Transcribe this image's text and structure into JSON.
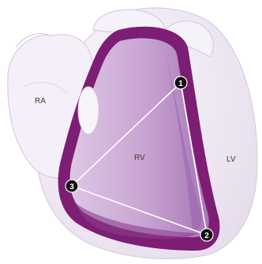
{
  "diagram": {
    "labels": {
      "ra": "RA",
      "rv": "RV",
      "lv": "LV"
    },
    "markers": [
      {
        "label": "1"
      },
      {
        "label": "2"
      },
      {
        "label": "3"
      }
    ],
    "colors": {
      "wall": "#7d1d73",
      "cavity": "#c9a6d3",
      "cavity_shade": "#ad7fbe",
      "tissue": "#f1ebf5",
      "tissue_edge": "#d8cde0",
      "marker": "#111111",
      "triangle": "#ffffff"
    }
  }
}
